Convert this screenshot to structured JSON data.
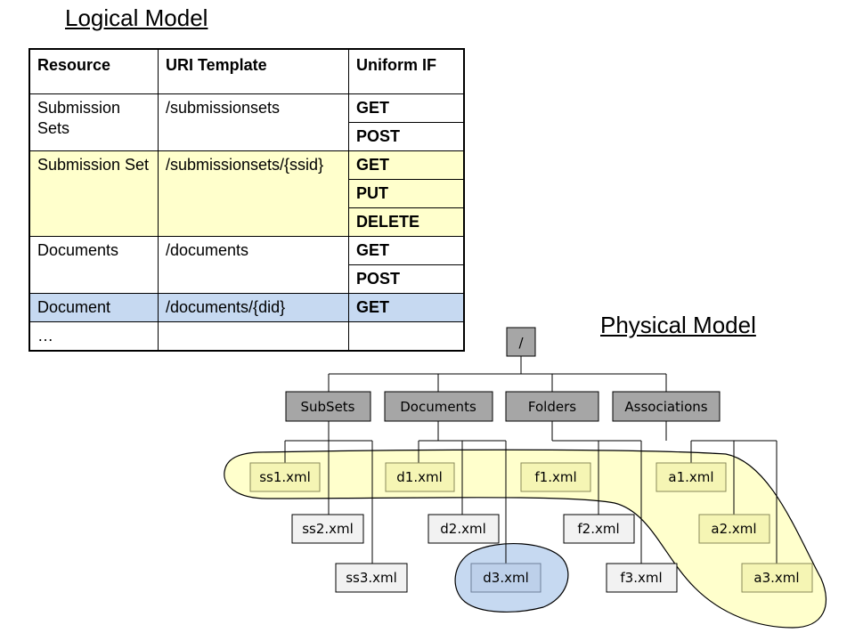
{
  "logical_title": "Logical Model",
  "physical_title": "Physical Model",
  "table": {
    "headers": [
      "Resource",
      "URI Template",
      "Uniform IF"
    ],
    "rows": [
      {
        "resource": "Submission Sets",
        "uri": "/submissionsets",
        "methods": [
          "GET",
          "POST"
        ],
        "highlight": "none"
      },
      {
        "resource": "Submission Set",
        "uri": "/submissionsets/{ssid}",
        "methods": [
          "GET",
          "PUT",
          "DELETE"
        ],
        "highlight": "yellow"
      },
      {
        "resource": "Documents",
        "uri": "/documents",
        "methods": [
          "GET",
          "POST"
        ],
        "highlight": "none"
      },
      {
        "resource": "Document",
        "uri": "/documents/{did}",
        "methods": [
          "GET"
        ],
        "highlight": "blue"
      },
      {
        "resource": "…",
        "uri": "",
        "methods": [
          ""
        ],
        "highlight": "none"
      }
    ]
  },
  "tree": {
    "root": "/",
    "folders": [
      "SubSets",
      "Documents",
      "Folders",
      "Associations"
    ],
    "files": {
      "subsets": [
        "ss1.xml",
        "ss2.xml",
        "ss3.xml"
      ],
      "documents": [
        "d1.xml",
        "d2.xml",
        "d3.xml"
      ],
      "folders": [
        "f1.xml",
        "f2.xml",
        "f3.xml"
      ],
      "associations": [
        "a1.xml",
        "a2.xml",
        "a3.xml"
      ]
    }
  },
  "colors": {
    "yellow_highlight": "#ffffcc",
    "blue_highlight": "#c6d9f1",
    "folder_fill": "#a6a6a6",
    "file_fill": "#f2f2f2",
    "yellow_file_fill": "#f5f5b4",
    "blue_file_fill": "#bdd0ea"
  }
}
